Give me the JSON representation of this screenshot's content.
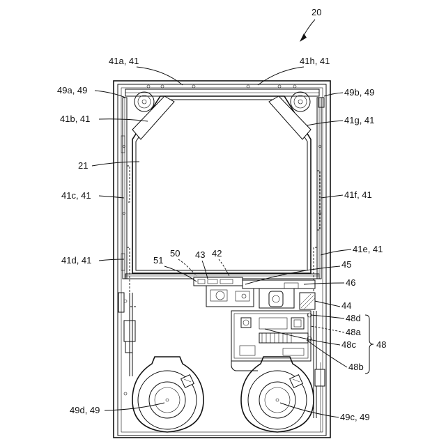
{
  "figure": {
    "number": "20",
    "labels": {
      "l41a": "41a, 41",
      "l41h": "41h, 41",
      "l49a": "49a, 49",
      "l49b": "49b, 49",
      "l41b": "41b, 41",
      "l41g": "41g, 41",
      "l21": "21",
      "l41c": "41c, 41",
      "l41f": "41f, 41",
      "l41e": "41e, 41",
      "l41d": "41d, 41",
      "l50": "50",
      "l43": "43",
      "l42": "42",
      "l51": "51",
      "l45": "45",
      "l46": "46",
      "l44": "44",
      "l48d": "48d",
      "l48a": "48a",
      "l48c": "48c",
      "l48": "48",
      "l48b": "48b",
      "l49d": "49d, 49",
      "l49c": "49c, 49"
    }
  }
}
